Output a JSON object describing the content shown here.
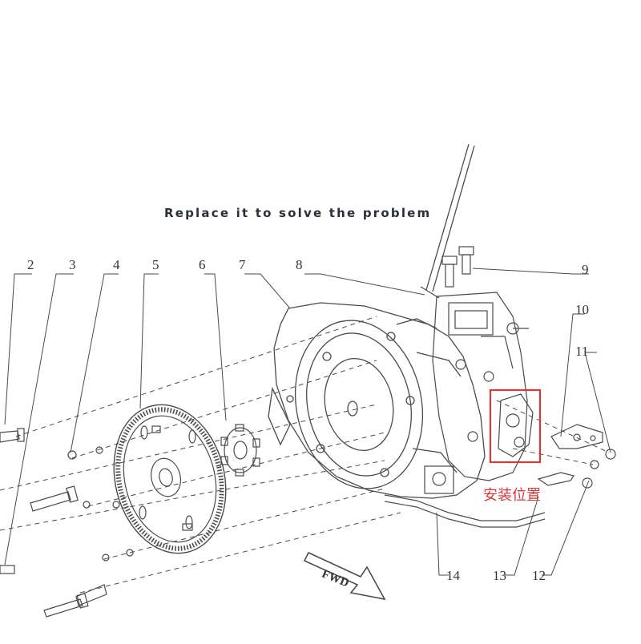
{
  "caption": "Replace it to solve the problem",
  "callouts": [
    "2",
    "3",
    "4",
    "5",
    "6",
    "7",
    "8",
    "9",
    "10",
    "11",
    "12",
    "13",
    "14"
  ],
  "install_note": "安装位置",
  "direction_arrow": "FWD",
  "colors": {
    "line": "#4a4a4a",
    "highlight": "#d93838",
    "caption": "#2b2f3a"
  }
}
